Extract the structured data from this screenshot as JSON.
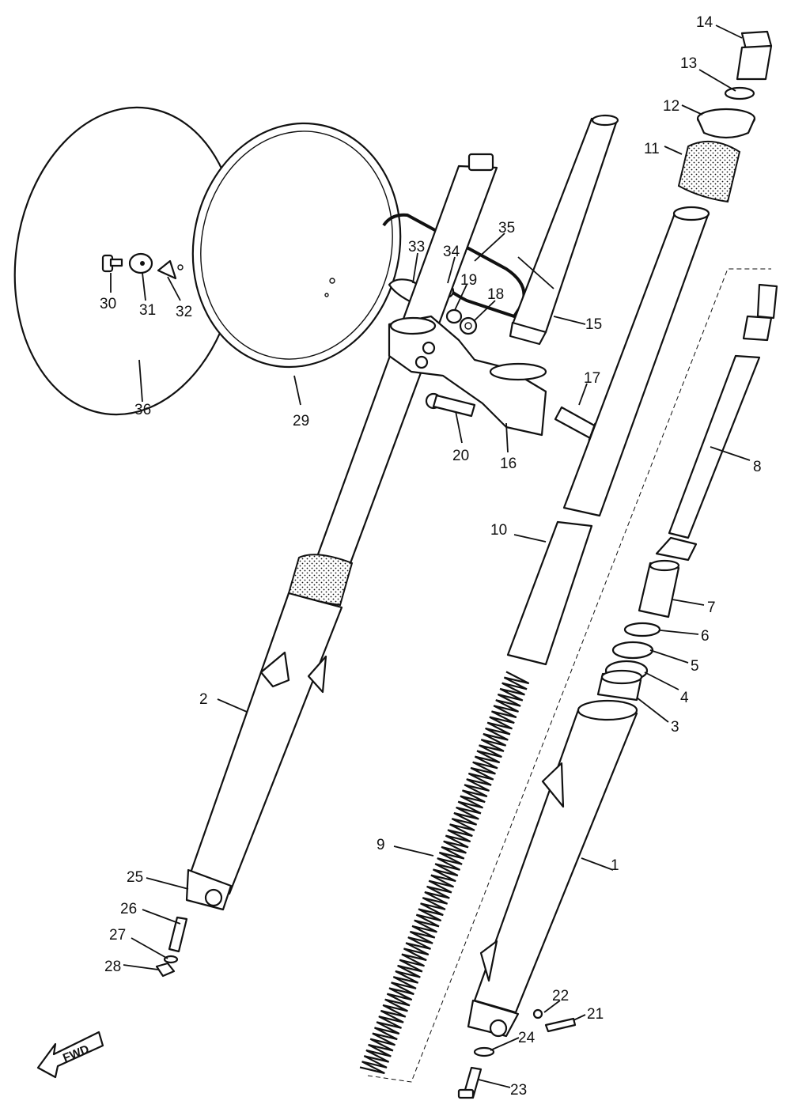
{
  "parts": [
    {
      "id": "1",
      "label": "1"
    },
    {
      "id": "2",
      "label": "2"
    },
    {
      "id": "3",
      "label": "3"
    },
    {
      "id": "4",
      "label": "4"
    },
    {
      "id": "5",
      "label": "5"
    },
    {
      "id": "6",
      "label": "6"
    },
    {
      "id": "7",
      "label": "7"
    },
    {
      "id": "8",
      "label": "8"
    },
    {
      "id": "9",
      "label": "9"
    },
    {
      "id": "10",
      "label": "10"
    },
    {
      "id": "11",
      "label": "11"
    },
    {
      "id": "12",
      "label": "12"
    },
    {
      "id": "13",
      "label": "13"
    },
    {
      "id": "14",
      "label": "14"
    },
    {
      "id": "15",
      "label": "15"
    },
    {
      "id": "16",
      "label": "16"
    },
    {
      "id": "17",
      "label": "17"
    },
    {
      "id": "18",
      "label": "18"
    },
    {
      "id": "19",
      "label": "19"
    },
    {
      "id": "20",
      "label": "20"
    },
    {
      "id": "21",
      "label": "21"
    },
    {
      "id": "22",
      "label": "22"
    },
    {
      "id": "23",
      "label": "23"
    },
    {
      "id": "24",
      "label": "24"
    },
    {
      "id": "25",
      "label": "25"
    },
    {
      "id": "26",
      "label": "26"
    },
    {
      "id": "27",
      "label": "27"
    },
    {
      "id": "28",
      "label": "28"
    },
    {
      "id": "29",
      "label": "29"
    },
    {
      "id": "30",
      "label": "30"
    },
    {
      "id": "31",
      "label": "31"
    },
    {
      "id": "32",
      "label": "32"
    },
    {
      "id": "33",
      "label": "33"
    },
    {
      "id": "34",
      "label": "34"
    },
    {
      "id": "35",
      "label": "35"
    },
    {
      "id": "36",
      "label": "36"
    }
  ],
  "direction_indicator": {
    "label": "FWD"
  }
}
